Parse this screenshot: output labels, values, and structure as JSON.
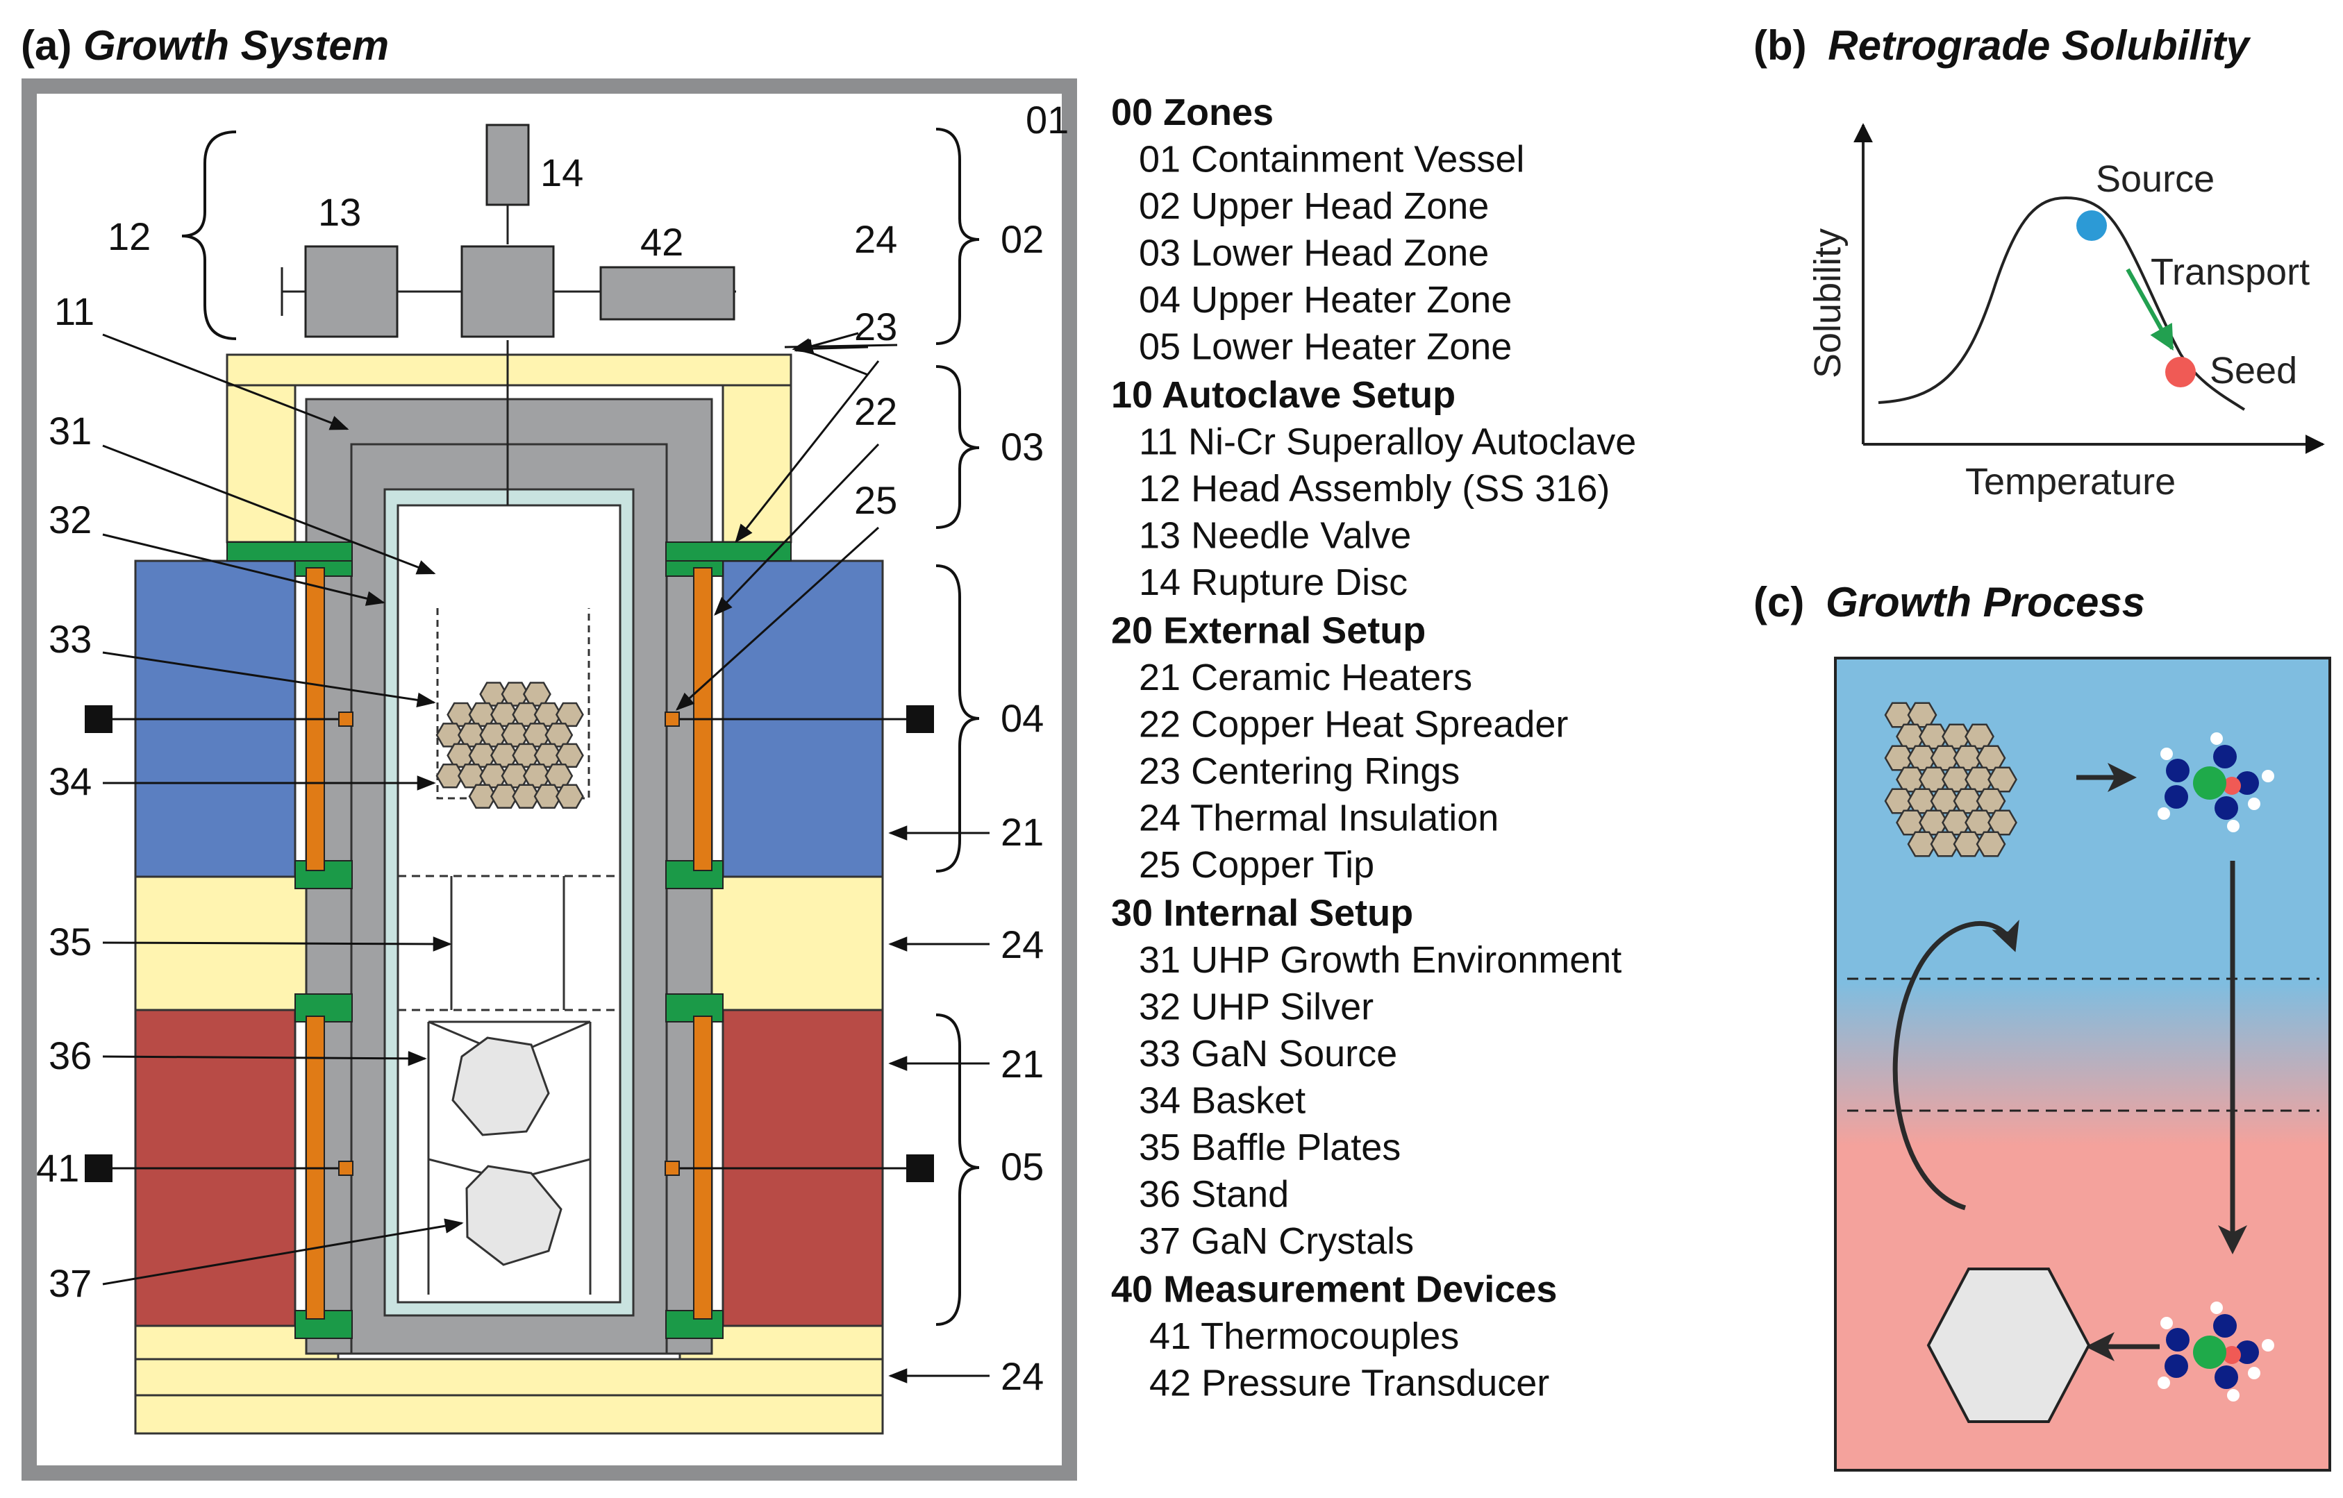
{
  "panels": {
    "a": {
      "letter": "(a)",
      "title": "Growth System"
    },
    "b": {
      "letter": "(b)",
      "title": "Retrograde Solubility"
    },
    "c": {
      "letter": "(c)",
      "title": "Growth Process"
    }
  },
  "callouts": {
    "n01": "01",
    "n02": "02",
    "n03": "03",
    "n04": "04",
    "n05": "05",
    "n11": "11",
    "n12": "12",
    "n13": "13",
    "n14": "14",
    "n21a": "21",
    "n21b": "21",
    "n22": "22",
    "n23": "23",
    "n24a": "24",
    "n24b": "24",
    "n24c": "24",
    "n25": "25",
    "n31": "31",
    "n32": "32",
    "n33": "33",
    "n34": "34",
    "n35": "35",
    "n36": "36",
    "n37": "37",
    "n41": "41",
    "n42": "42"
  },
  "legend": [
    {
      "heading": "00 Zones",
      "items": [
        "01 Containment Vessel",
        "02 Upper Head Zone",
        "03 Lower Head Zone",
        "04 Upper Heater Zone",
        "05 Lower Heater Zone"
      ]
    },
    {
      "heading": "10 Autoclave Setup",
      "items": [
        "11 Ni-Cr Superalloy Autoclave",
        "12 Head Assembly (SS 316)",
        "13 Needle Valve",
        "14 Rupture Disc"
      ]
    },
    {
      "heading": "20 External Setup",
      "items": [
        "21 Ceramic Heaters",
        "22 Copper Heat Spreader",
        "23 Centering Rings",
        "24 Thermal Insulation",
        "25 Copper Tip"
      ]
    },
    {
      "heading": "30 Internal Setup",
      "items": [
        "31 UHP Growth Environment",
        "32 UHP Silver",
        "33 GaN Source",
        "34 Basket",
        "35 Baffle Plates",
        "36 Stand",
        "37 GaN Crystals"
      ]
    },
    {
      "heading": "40 Measurement Devices",
      "items": [
        "41 Thermocouples",
        "42 Pressure Transducer"
      ]
    }
  ],
  "solubility": {
    "ylabel": "Solubility",
    "xlabel": "Temperature",
    "source_label": "Source",
    "transport_label": "Transport",
    "seed_label": "Seed"
  },
  "colors": {
    "vessel_gray": "#a0a1a3",
    "insulation": "#fff4b0",
    "heater_upper": "#5b7fc1",
    "heater_lower": "#b84b46",
    "copper": "#e07b16",
    "ring_green": "#1b9a48",
    "liner": "#c9e3e0",
    "crystal": "#c9b99d",
    "process_top": "#7fbde0",
    "process_bottom": "#f4a29c",
    "source_dot": "#2c9ad6",
    "seed_dot": "#f05a55",
    "transport_arrow": "#22a050"
  }
}
